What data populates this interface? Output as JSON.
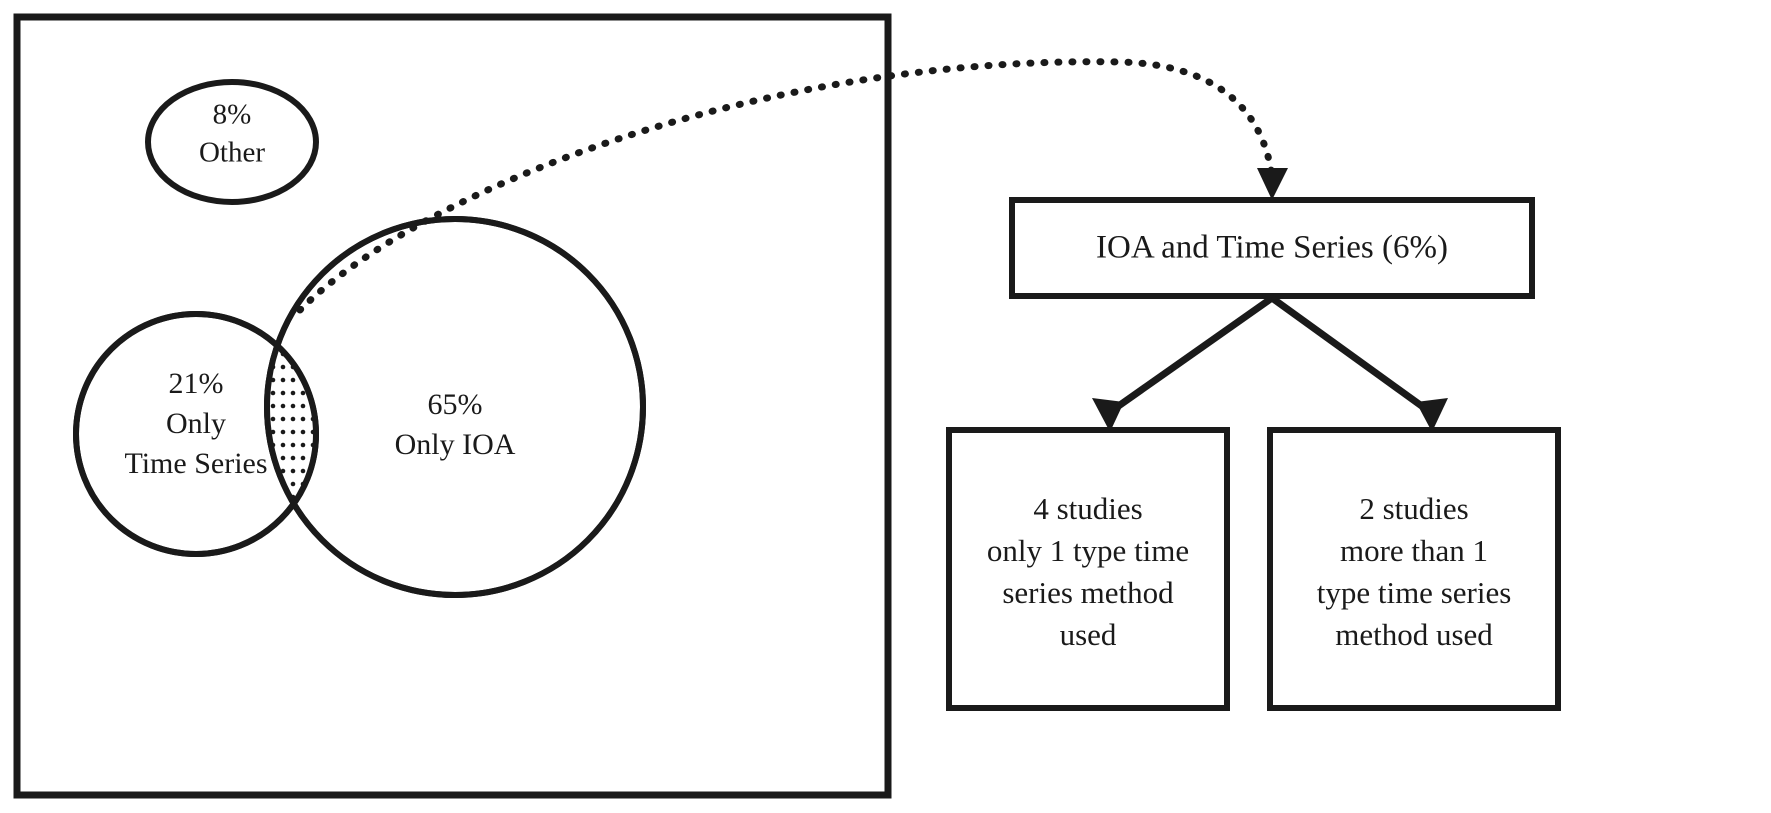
{
  "figure": {
    "title": "Venn diagram of measurement method use with IOA and Time Series breakdown",
    "colors": {
      "stroke": "#1a1a1a",
      "background": "#ffffff",
      "text": "#1a1a1a"
    }
  },
  "outer_container": {
    "label": "study-methods-container"
  },
  "ellipse_other": {
    "line1": "8%",
    "line2": "Other"
  },
  "venn": {
    "left_circle": {
      "line1": "21%",
      "line2": "Only",
      "line3": "Time Series"
    },
    "right_circle": {
      "line1": "65%",
      "line2": "Only IOA"
    },
    "overlap": {
      "fill": "dotted-hatch",
      "label": "IOA and Time Series overlap"
    }
  },
  "callout": {
    "top_box": {
      "label": "IOA and Time Series (6%)"
    },
    "left_box": {
      "line1": "4 studies",
      "line2": "only 1 type time",
      "line3": "series method",
      "line4": "used"
    },
    "right_box": {
      "line1": "2 studies",
      "line2": "more than 1",
      "line3": "type time series",
      "line4": "method used"
    }
  },
  "chart_data": {
    "type": "pie",
    "title": "Measurement methods used across studies",
    "categories": [
      "Only IOA",
      "Only Time Series",
      "Other",
      "IOA and Time Series"
    ],
    "values": [
      65,
      21,
      8,
      6
    ],
    "unit": "%",
    "breakdown": {
      "parent": "IOA and Time Series (6%)",
      "categories": [
        "only 1 type time series method used",
        "more than 1 type time series method used"
      ],
      "values": [
        4,
        2
      ],
      "unit": "studies"
    },
    "legend": "none",
    "grid": false
  }
}
